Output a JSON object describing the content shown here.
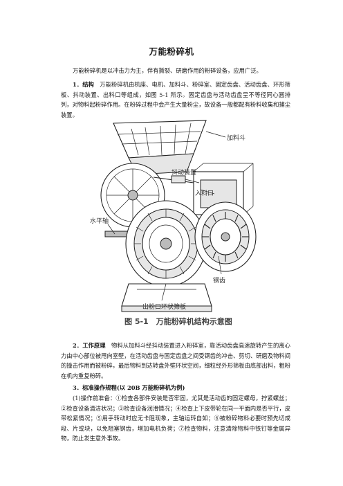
{
  "doc": {
    "title": "万能粉碎机",
    "intro": "万能粉碎机是以冲击力为主，伴有撕裂、研磨作用的粉碎设备，应用广泛。",
    "structure_heading": "1．结构",
    "structure_text": "万能粉碎机由机座、电机、加料斗、粉碎室、固定齿盘、活动齿盘、环形筛板、抖动装置、出料口等组成，如图 5-1 所示。固定齿盘与活动齿盘呈不等径同心圆排列，对物料起粉碎作用。在粉碎过程中会产生大量粉尘，故设备一般都配有粉料收集和捕尘装置。",
    "figure": {
      "labels": {
        "hopper": "加料斗",
        "shaker": "抖动装置",
        "inlet": "入料口",
        "shaft": "水平轴",
        "teeth": "钢齿",
        "outlet": "出粉口环状筛板"
      },
      "caption": "图 5-1　万能粉碎机结构示意图"
    },
    "principle_heading": "2．工作原理",
    "principle_text": "物料从加料斗经抖动装置进入粉碎室，靠活动齿盘高速旋转产生的离心力由中心部位被甩向室壁，在活动齿盘与固定齿盘之间受钢齿的冲击、剪切、研磨及物料间的撞击作用而被粉碎，最后物料到达转盘外壁环状空间，细粒经外形筛板由底部出料，粗粉在机内重复粉碎。",
    "operation_heading": "3．标准操作规程(以 20B 万能粉碎机为例)",
    "operation_text": "(1)操作前准备：①检查各部件安装是否牢固，尤其是活动齿的固定螺母，拧紧螺丝；②检查设备清洁状况；③检查设备润滑情况；④检查上下皮带轮在同一平面内是否平行，皮带松紧情况；⑤用手转动时应无卡阻现象，主轴运转自如；⑥被粉碎物料必要时预先切成段、片或块，以免阻塞钢齿，增加电机负荷；⑦检查物料，注意清除物料中铁钉等金属异物，防止发生意外事故。"
  }
}
